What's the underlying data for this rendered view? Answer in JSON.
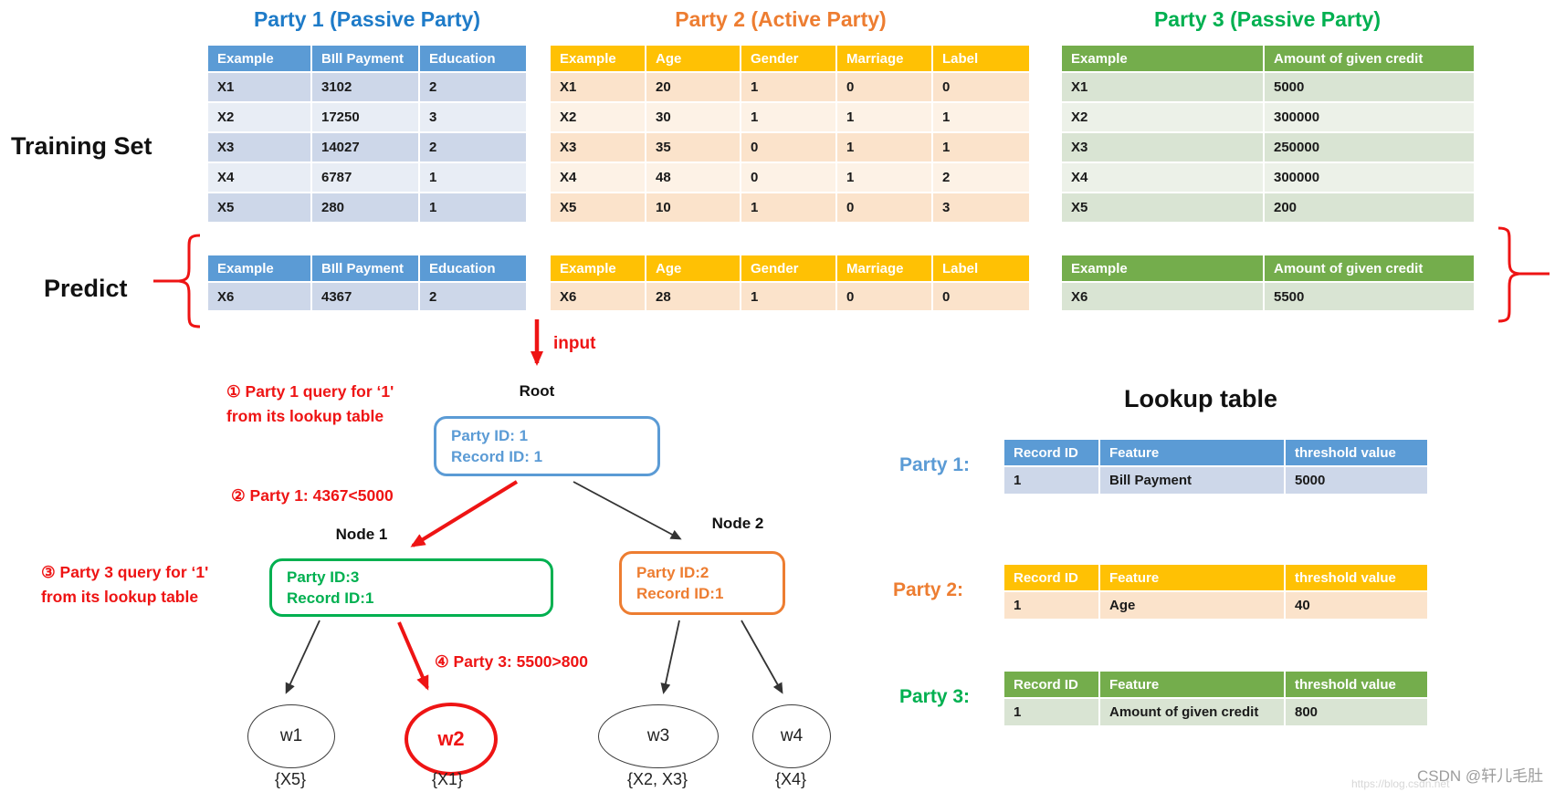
{
  "labels": {
    "training_set": "Training Set",
    "predict": "Predict",
    "input": "input"
  },
  "parties": [
    {
      "title": "Party 1 (Passive Party)",
      "headers": [
        "Example",
        "BIll Payment",
        "Education"
      ],
      "train_rows": [
        [
          "X1",
          "3102",
          "2"
        ],
        [
          "X2",
          "17250",
          "3"
        ],
        [
          "X3",
          "14027",
          "2"
        ],
        [
          "X4",
          "6787",
          "1"
        ],
        [
          "X5",
          "280",
          "1"
        ]
      ],
      "predict_rows": [
        [
          "X6",
          "4367",
          "2"
        ]
      ]
    },
    {
      "title": "Party 2 (Active Party)",
      "headers": [
        "Example",
        "Age",
        "Gender",
        "Marriage",
        "Label"
      ],
      "train_rows": [
        [
          "X1",
          "20",
          "1",
          "0",
          "0"
        ],
        [
          "X2",
          "30",
          "1",
          "1",
          "1"
        ],
        [
          "X3",
          "35",
          "0",
          "1",
          "1"
        ],
        [
          "X4",
          "48",
          "0",
          "1",
          "2"
        ],
        [
          "X5",
          "10",
          "1",
          "0",
          "3"
        ]
      ],
      "predict_rows": [
        [
          "X6",
          "28",
          "1",
          "0",
          "0"
        ]
      ]
    },
    {
      "title": "Party 3 (Passive Party)",
      "headers": [
        "Example",
        "Amount of given credit"
      ],
      "train_rows": [
        [
          "X1",
          "5000"
        ],
        [
          "X2",
          "300000"
        ],
        [
          "X3",
          "250000"
        ],
        [
          "X4",
          "300000"
        ],
        [
          "X5",
          "200"
        ]
      ],
      "predict_rows": [
        [
          "X6",
          "5500"
        ]
      ]
    }
  ],
  "tree": {
    "root": {
      "label": "Root",
      "line1": "Party ID: 1",
      "line2": "Record ID: 1"
    },
    "node1": {
      "label": "Node 1",
      "line1": "Party ID:3",
      "line2": "Record ID:1"
    },
    "node2": {
      "label": "Node 2",
      "line1": "Party ID:2",
      "line2": "Record ID:1"
    },
    "leaves": [
      {
        "name": "w1",
        "set": "{X5}"
      },
      {
        "name": "w2",
        "set": "{X1}",
        "highlight": true
      },
      {
        "name": "w3",
        "set": "{X2, X3}"
      },
      {
        "name": "w4",
        "set": "{X4}"
      }
    ],
    "annotations": {
      "a1_line1": "① Party 1 query for ‘1'",
      "a1_line2": "from its lookup table",
      "a2": "② Party 1: 4367<5000",
      "a3_line1": "③ Party 3 query for ‘1'",
      "a3_line2": "from its lookup table",
      "a4": "④ Party 3: 5500>800"
    }
  },
  "lookup": {
    "title": "Lookup table",
    "headers": [
      "Record ID",
      "Feature",
      "threshold value"
    ],
    "tables": [
      {
        "label": "Party 1:",
        "rows": [
          [
            "1",
            "Bill Payment",
            "5000"
          ]
        ]
      },
      {
        "label": "Party 2:",
        "rows": [
          [
            "1",
            "Age",
            "40"
          ]
        ]
      },
      {
        "label": "Party 3:",
        "rows": [
          [
            "1",
            "Amount of given credit",
            "800"
          ]
        ]
      }
    ]
  },
  "watermark": {
    "text": "CSDN @轩儿毛肚",
    "url": "https://blog.csdn.net"
  },
  "colors": {
    "party1_header": "#5B9BD5",
    "party1_title": "#1E7BC8",
    "party2_header": "#FFC104",
    "party2_title": "#ED7D31",
    "party3_header": "#74AD4C",
    "party3_title": "#00B050",
    "annotation_red": "#ee1414"
  }
}
